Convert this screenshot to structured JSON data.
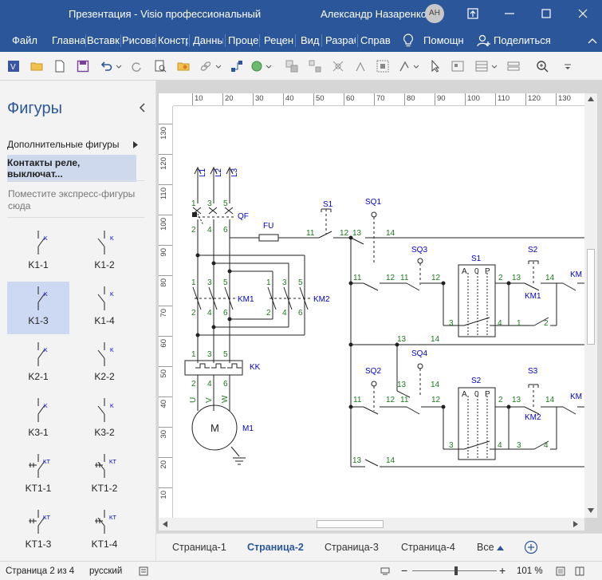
{
  "titlebar": {
    "title": "Презентация  -  Visio профессиональный",
    "user": "Александр Назаренко",
    "avatar_initials": "АН"
  },
  "ribbon": {
    "tabs": [
      "Файл",
      "Главна",
      "Вставк",
      "Рисова",
      "Констр",
      "Данны",
      "Проце",
      "Рецен",
      "Вид",
      "Разраб",
      "Справ"
    ],
    "help_label": "Помощн",
    "share_label": "Поделиться"
  },
  "shapes_pane": {
    "title": "Фигуры",
    "more_shapes": "Дополнительные фигуры",
    "active_stencil": "Контакты реле, выключат...",
    "quick_hint": "Поместите экспресс-фигуры сюда",
    "items": [
      {
        "label": "K1-1",
        "icon": "relay-contact-k1-1-icon"
      },
      {
        "label": "K1-2",
        "icon": "relay-contact-k1-2-icon"
      },
      {
        "label": "K1-3",
        "icon": "relay-contact-k1-3-icon"
      },
      {
        "label": "K1-4",
        "icon": "relay-contact-k1-4-icon"
      },
      {
        "label": "K2-1",
        "icon": "relay-contact-k2-1-icon"
      },
      {
        "label": "K2-2",
        "icon": "relay-contact-k2-2-icon"
      },
      {
        "label": "K3-1",
        "icon": "relay-contact-k3-1-icon"
      },
      {
        "label": "K3-2",
        "icon": "relay-contact-k3-2-icon"
      },
      {
        "label": "KT1-1",
        "icon": "timer-contact-kt1-1-icon"
      },
      {
        "label": "KT1-2",
        "icon": "timer-contact-kt1-2-icon"
      },
      {
        "label": "KT1-3",
        "icon": "timer-contact-kt1-3-icon"
      },
      {
        "label": "KT1-4",
        "icon": "timer-contact-kt1-4-icon"
      }
    ],
    "shape_letter_k": "K",
    "shape_letter_kt": "KT"
  },
  "rulers": {
    "horizontal": [
      "10",
      "20",
      "30",
      "40",
      "50",
      "60",
      "70",
      "80",
      "90",
      "100",
      "110",
      "120",
      "130"
    ],
    "vertical": [
      "130",
      "120",
      "110",
      "100",
      "90",
      "80",
      "70",
      "60",
      "50",
      "40",
      "30",
      "20",
      "10"
    ]
  },
  "diagram": {
    "phase_labels": [
      "L1",
      "L2",
      "L3"
    ],
    "terminal_nums": [
      "1",
      "2",
      "3",
      "4",
      "5",
      "6",
      "11",
      "12",
      "13",
      "14",
      "A",
      "0",
      "P",
      "U",
      "V",
      "W",
      "M"
    ],
    "components": [
      "QF",
      "FU",
      "S1",
      "SQ1",
      "SQ3",
      "S2",
      "KM1",
      "KM2",
      "KK",
      "M1",
      "SQ2",
      "SQ4",
      "S3",
      "KM"
    ]
  },
  "page_tabs": {
    "tabs": [
      "Страница-1",
      "Страница-2",
      "Страница-3",
      "Страница-4"
    ],
    "active": "Страница-2",
    "all_label": "Все"
  },
  "statusbar": {
    "page": "Страница 2 из 4",
    "language": "русский",
    "zoom": "101 %"
  },
  "colors": {
    "accent": "#2b579a",
    "diagram_blue": "#0000cc",
    "diagram_green": "#1c7a1c"
  }
}
